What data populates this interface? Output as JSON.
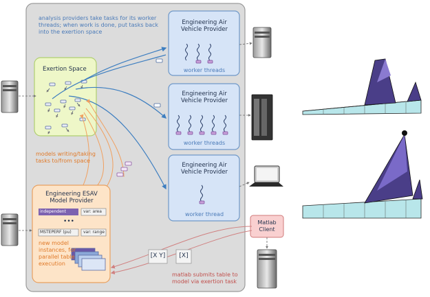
{
  "annotations": {
    "top_note": [
      "analysis providers take tasks for its worker",
      "threads; when work is done, put tasks back",
      "into the exertion space"
    ],
    "models_note": [
      "models writing/taking",
      "tasks to/from space"
    ],
    "instances_note": [
      "new model",
      "instances, for",
      "parallel table",
      "execution"
    ],
    "matlab_note": [
      "matlab submits table to",
      "model via exertion task"
    ]
  },
  "exertion_space": {
    "title": "Exertion Space"
  },
  "providers": [
    {
      "title": [
        "Engineering Air",
        "Vehicle Provider"
      ],
      "caption": "worker threads",
      "threads": 3
    },
    {
      "title": [
        "Engineering Air",
        "Vehicle Provider"
      ],
      "caption": "worker threads",
      "threads": 5
    },
    {
      "title": [
        "Engineering Air",
        "Vehicle Provider"
      ],
      "caption": "worker thread",
      "threads": 1
    }
  ],
  "model_provider": {
    "title": [
      "Engineering ESAV",
      "Model Provider"
    ],
    "rows": [
      {
        "left": "independent",
        "right": "var: area"
      },
      {
        "left": "MSTEPERF (pu)",
        "right": "var: range"
      }
    ],
    "ellipsis": "•••"
  },
  "matlab": {
    "title": [
      "Matlab",
      "Client"
    ]
  },
  "symbols": {
    "xy": "[X Y]",
    "x": "[X]"
  },
  "icons": [
    "server-icon",
    "mainframe-icon",
    "laptop-icon",
    "aircraft-wing-icon"
  ],
  "colors": {
    "panel": "#dcdcdc",
    "provider": "#d6e4f7",
    "space": "#eef7c8",
    "model": "#fde4c8",
    "matlab": "#f9d0d0",
    "arrow_blue": "#3d7ec0",
    "arrow_orange": "#f0a060",
    "arrow_red": "#d08080"
  }
}
